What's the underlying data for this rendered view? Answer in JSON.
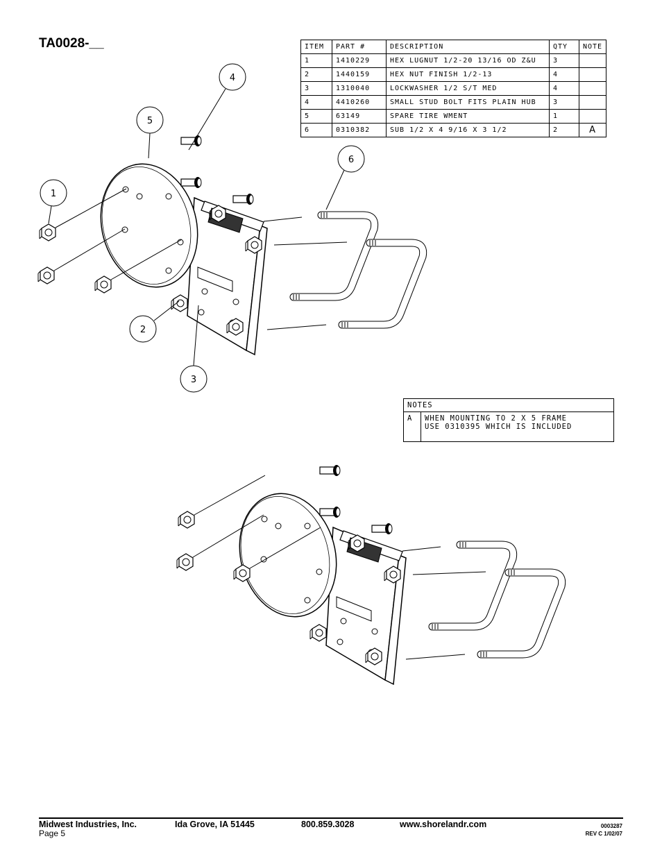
{
  "doc": {
    "title": "TA0028-__"
  },
  "parts_table": {
    "headers": {
      "item": "ITEM",
      "part": "PART #",
      "description": "DESCRIPTION",
      "qty": "QTY",
      "note": "NOTE"
    },
    "rows": [
      {
        "item": "1",
        "part": "1410229",
        "description": "HEX LUGNUT 1/2-20 13/16 OD Z&U",
        "qty": "3",
        "note": ""
      },
      {
        "item": "2",
        "part": "1440159",
        "description": "HEX NUT FINISH 1/2-13",
        "qty": "4",
        "note": ""
      },
      {
        "item": "3",
        "part": "1310040",
        "description": "LOCKWASHER 1/2 S/T MED",
        "qty": "4",
        "note": ""
      },
      {
        "item": "4",
        "part": "4410260",
        "description": "SMALL STUD BOLT FITS PLAIN HUB",
        "qty": "3",
        "note": ""
      },
      {
        "item": "5",
        "part": "63149",
        "description": "SPARE TIRE WMENT",
        "qty": "1",
        "note": ""
      },
      {
        "item": "6",
        "part": "0310382",
        "description": "SUB 1/2 X 4 9/16 X 3 1/2",
        "qty": "2",
        "note": "A"
      }
    ]
  },
  "notes_table": {
    "header": "NOTES",
    "rows": [
      {
        "key": "A",
        "line1": "WHEN MOUNTING TO 2 X 5 FRAME",
        "line2": "USE 0310395 WHICH IS INCLUDED"
      }
    ]
  },
  "callouts": [
    "4",
    "5",
    "1",
    "6",
    "2",
    "3"
  ],
  "footer": {
    "company": "Midwest Industries, Inc.",
    "city": "Ida Grove, IA  51445",
    "phone": "800.859.3028",
    "website": "www.shorelandr.com",
    "page": "Page 5",
    "doc_number": "0003287",
    "revision": "REV  C  1/02/07"
  }
}
